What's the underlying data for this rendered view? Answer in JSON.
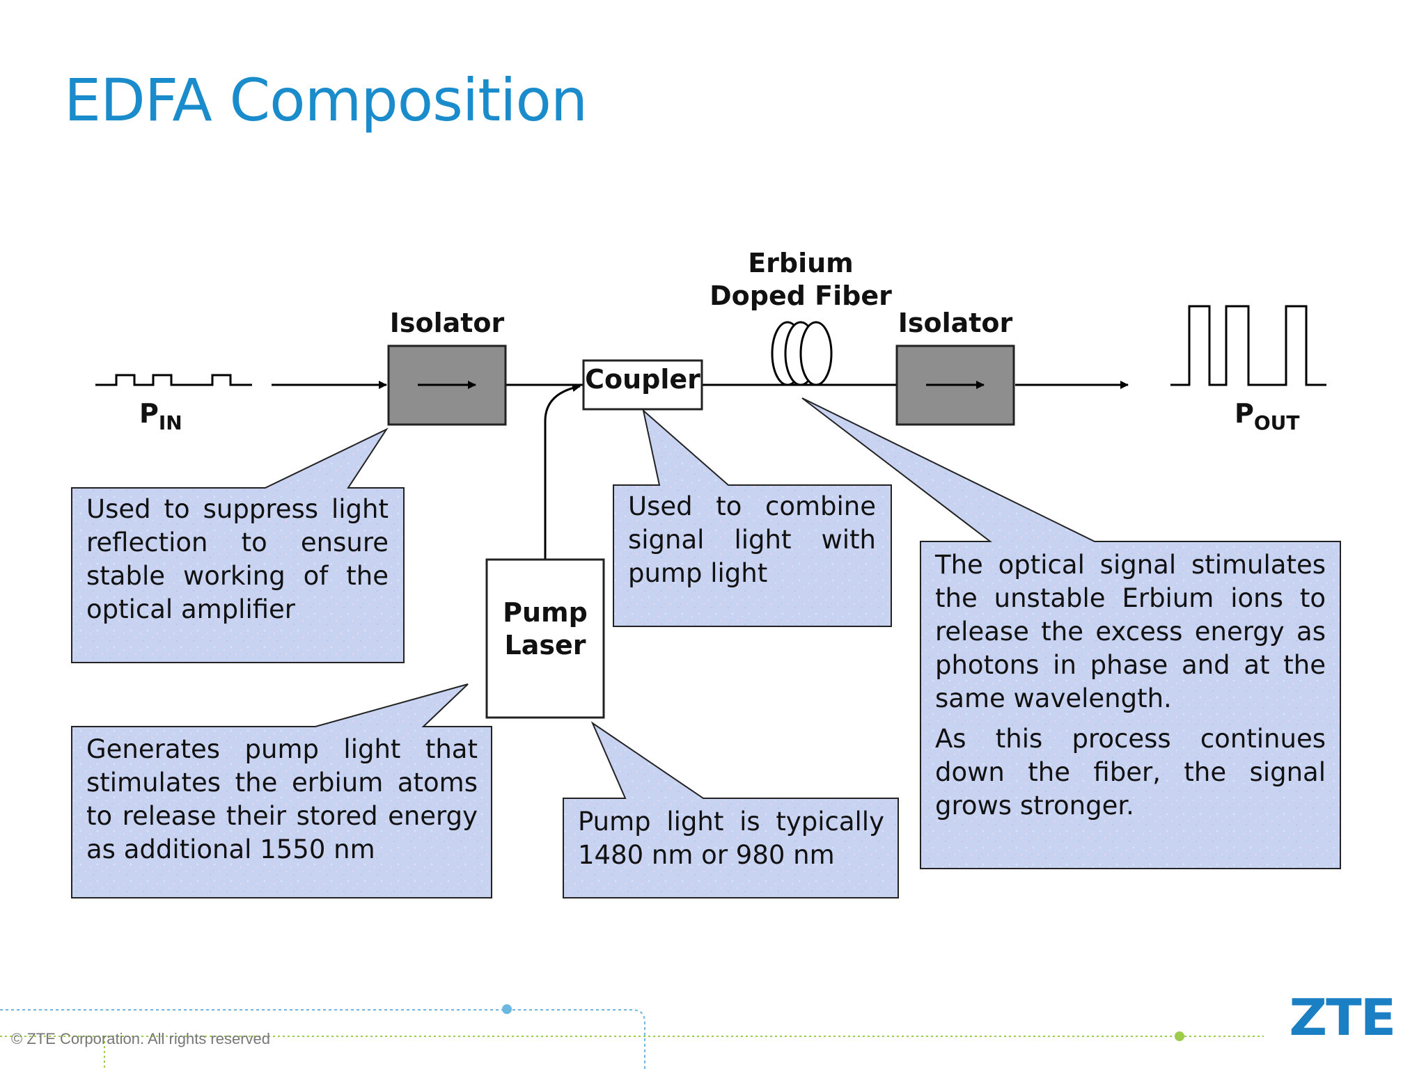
{
  "title": "EDFA Composition",
  "components": {
    "isolator_in": "Isolator",
    "coupler": "Coupler",
    "fiber_line1": "Erbium",
    "fiber_line2": "Doped Fiber",
    "isolator_out": "Isolator",
    "pump_line1": "Pump",
    "pump_line2": "Laser",
    "pin_main": "P",
    "pin_sub": "IN",
    "pout_main": "P",
    "pout_sub": "OUT"
  },
  "callouts": {
    "isolator": "Used to suppress light reflection to ensure stable working of the optical amplifier",
    "pump": "Generates pump light that stimulates the erbium atoms to release their stored energy as additional 1550 nm",
    "coupler": "Used to combine signal light with pump light",
    "wavelength": "Pump light is typically 1480 nm or 980 nm",
    "fiber_p1": "The optical signal stimulates the unstable Erbium ions to release the excess energy as photons in phase and at the same wavelength.",
    "fiber_p2": "As this process continues down the fiber, the signal grows stronger."
  },
  "footer": {
    "copyright": "© ZTE Corporation. All rights reserved",
    "logo": "ZTE"
  },
  "colors": {
    "title": "#1b8ccb",
    "callout_fill": "#c9d4f3",
    "isolator_fill": "#8e8e8e",
    "logo": "#1b7fc4"
  }
}
